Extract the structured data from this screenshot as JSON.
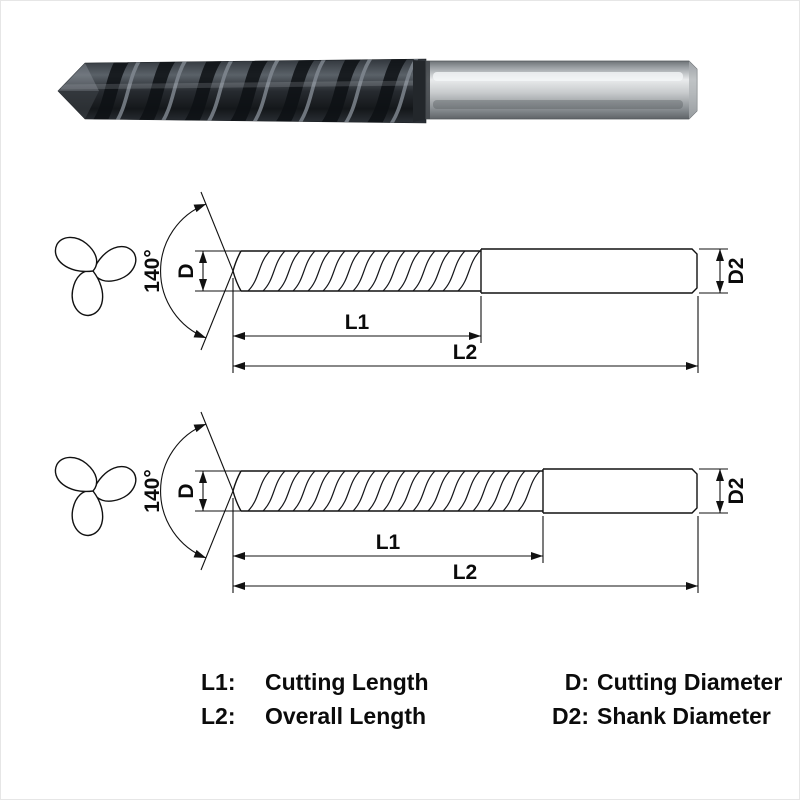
{
  "dimensions": {
    "point_angle": "140°",
    "cutting_diameter": "D",
    "cutting_length": "L1",
    "overall_length": "L2",
    "shank_diameter": "D2"
  },
  "legend": {
    "items": [
      {
        "label": "L1:",
        "desc": "Cutting Length"
      },
      {
        "label": "D:",
        "desc": "Cutting Diameter"
      },
      {
        "label": "L2:",
        "desc": "Overall Length"
      },
      {
        "label": "D2:",
        "desc": "Shank Diameter"
      }
    ]
  },
  "colors": {
    "line": "#111111",
    "flute_dark": "#262b30",
    "shank_light": "#d7dadc",
    "background": "#ffffff"
  }
}
